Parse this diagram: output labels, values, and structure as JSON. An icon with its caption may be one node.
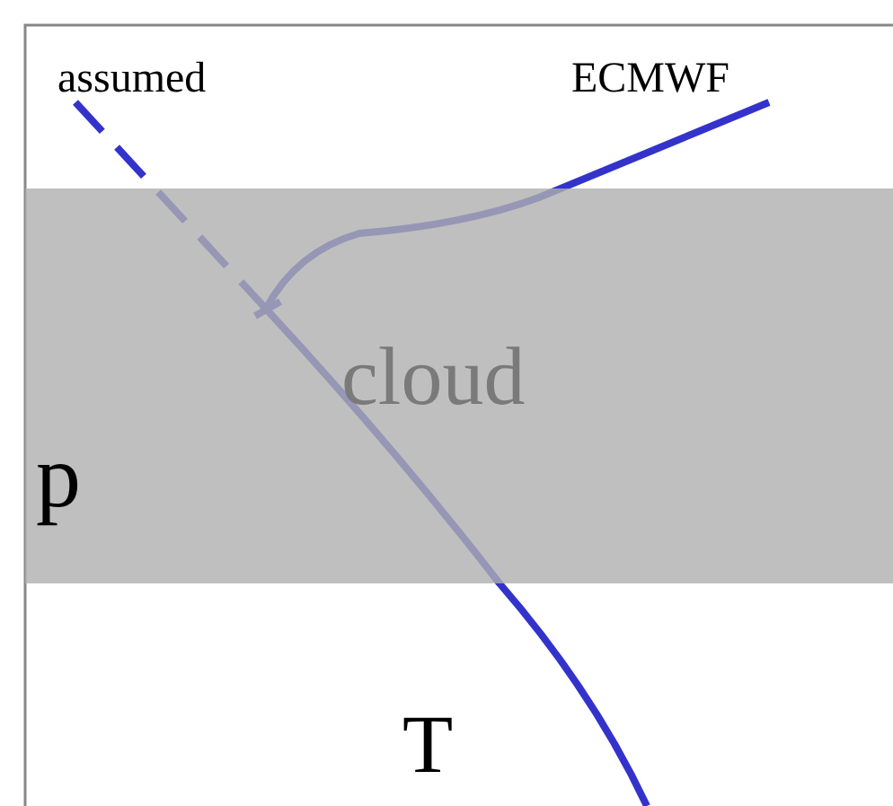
{
  "diagram": {
    "nodes": [
      {
        "text": [
          "cloud"
        ]
      }
    ],
    "labels": [
      "assumed",
      "ECMWF",
      "p",
      "T"
    ]
  }
}
